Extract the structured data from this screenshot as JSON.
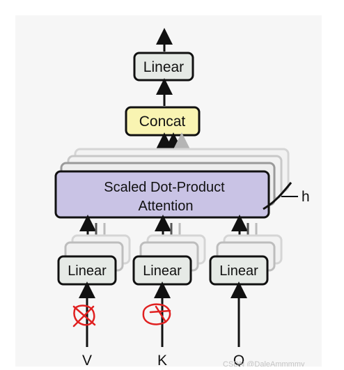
{
  "diagram": {
    "title_labels": {
      "linear_top": "Linear",
      "concat": "Concat",
      "attention_line1": "Scaled Dot-Product",
      "attention_line2": "Attention",
      "head_count": "h",
      "linear_v": "Linear",
      "linear_k": "Linear",
      "linear_q": "Linear"
    },
    "inputs": {
      "v": "V",
      "k": "K",
      "q": "Q"
    },
    "watermark": "CSDN @DaleAmmmmy",
    "colors": {
      "linear_fill": "#e6eae6",
      "concat_fill": "#f9f4b2",
      "attention_fill": "#c9c3e5",
      "stroke": "#111111",
      "shadow_stroke": "#c8c8c8",
      "annotation_red": "#e02020",
      "background_panel": "#f5f5f5"
    }
  }
}
